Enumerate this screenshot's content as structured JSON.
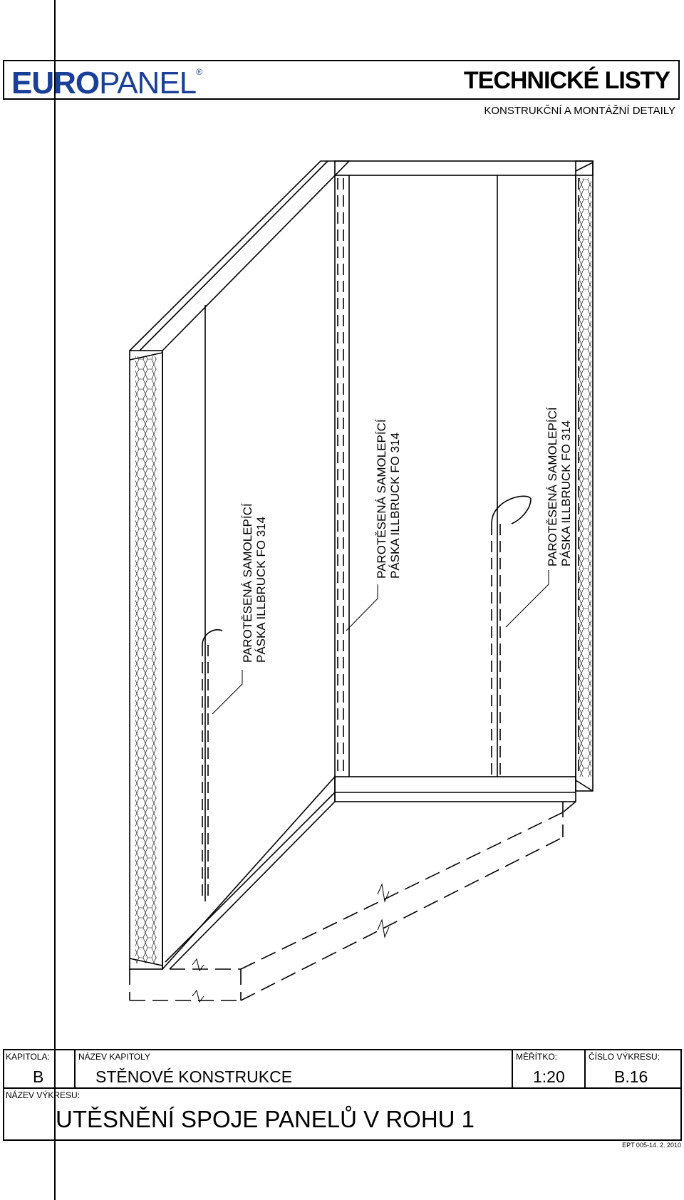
{
  "header": {
    "logo_bold": "EURO",
    "logo_light": "PANEL",
    "logo_mark": "®",
    "title": "TECHNICKÉ LISTY",
    "subtitle": "KONSTRUKČNÍ A MONTÁŽNÍ DETAILY"
  },
  "drawing": {
    "callouts": [
      {
        "line1": "PAROTĚSENÁ SAMOLEPÍCÍ",
        "line2": "PÁSKA ILLBRUCK FO 314"
      },
      {
        "line1": "PAROTĚSENÁ SAMOLEPÍCÍ",
        "line2": "PÁSKA ILLBRUCK FO 314"
      },
      {
        "line1": "PAROTĚSENÁ SAMOLEPÍCÍ",
        "line2": "PÁSKA ILLBRUCK FO 314"
      }
    ]
  },
  "title_block": {
    "chapter_label": "KAPITOLA:",
    "chapter_value": "B",
    "chapter_name_label": "NÁZEV KAPITOLY",
    "chapter_name_value": "STĚNOVÉ KONSTRUKCE",
    "scale_label": "MĚŘÍTKO:",
    "scale_value": "1:20",
    "drawing_no_label": "ČÍSLO VÝKRESU:",
    "drawing_no_value": "B.16",
    "drawing_name_label": "NÁZEV VÝKRESU:",
    "drawing_name_value": "UTĚSNĚNÍ SPOJE PANELŮ  V ROHU 1"
  },
  "footer": {
    "code": "EPT 005-14. 2. 2010"
  }
}
